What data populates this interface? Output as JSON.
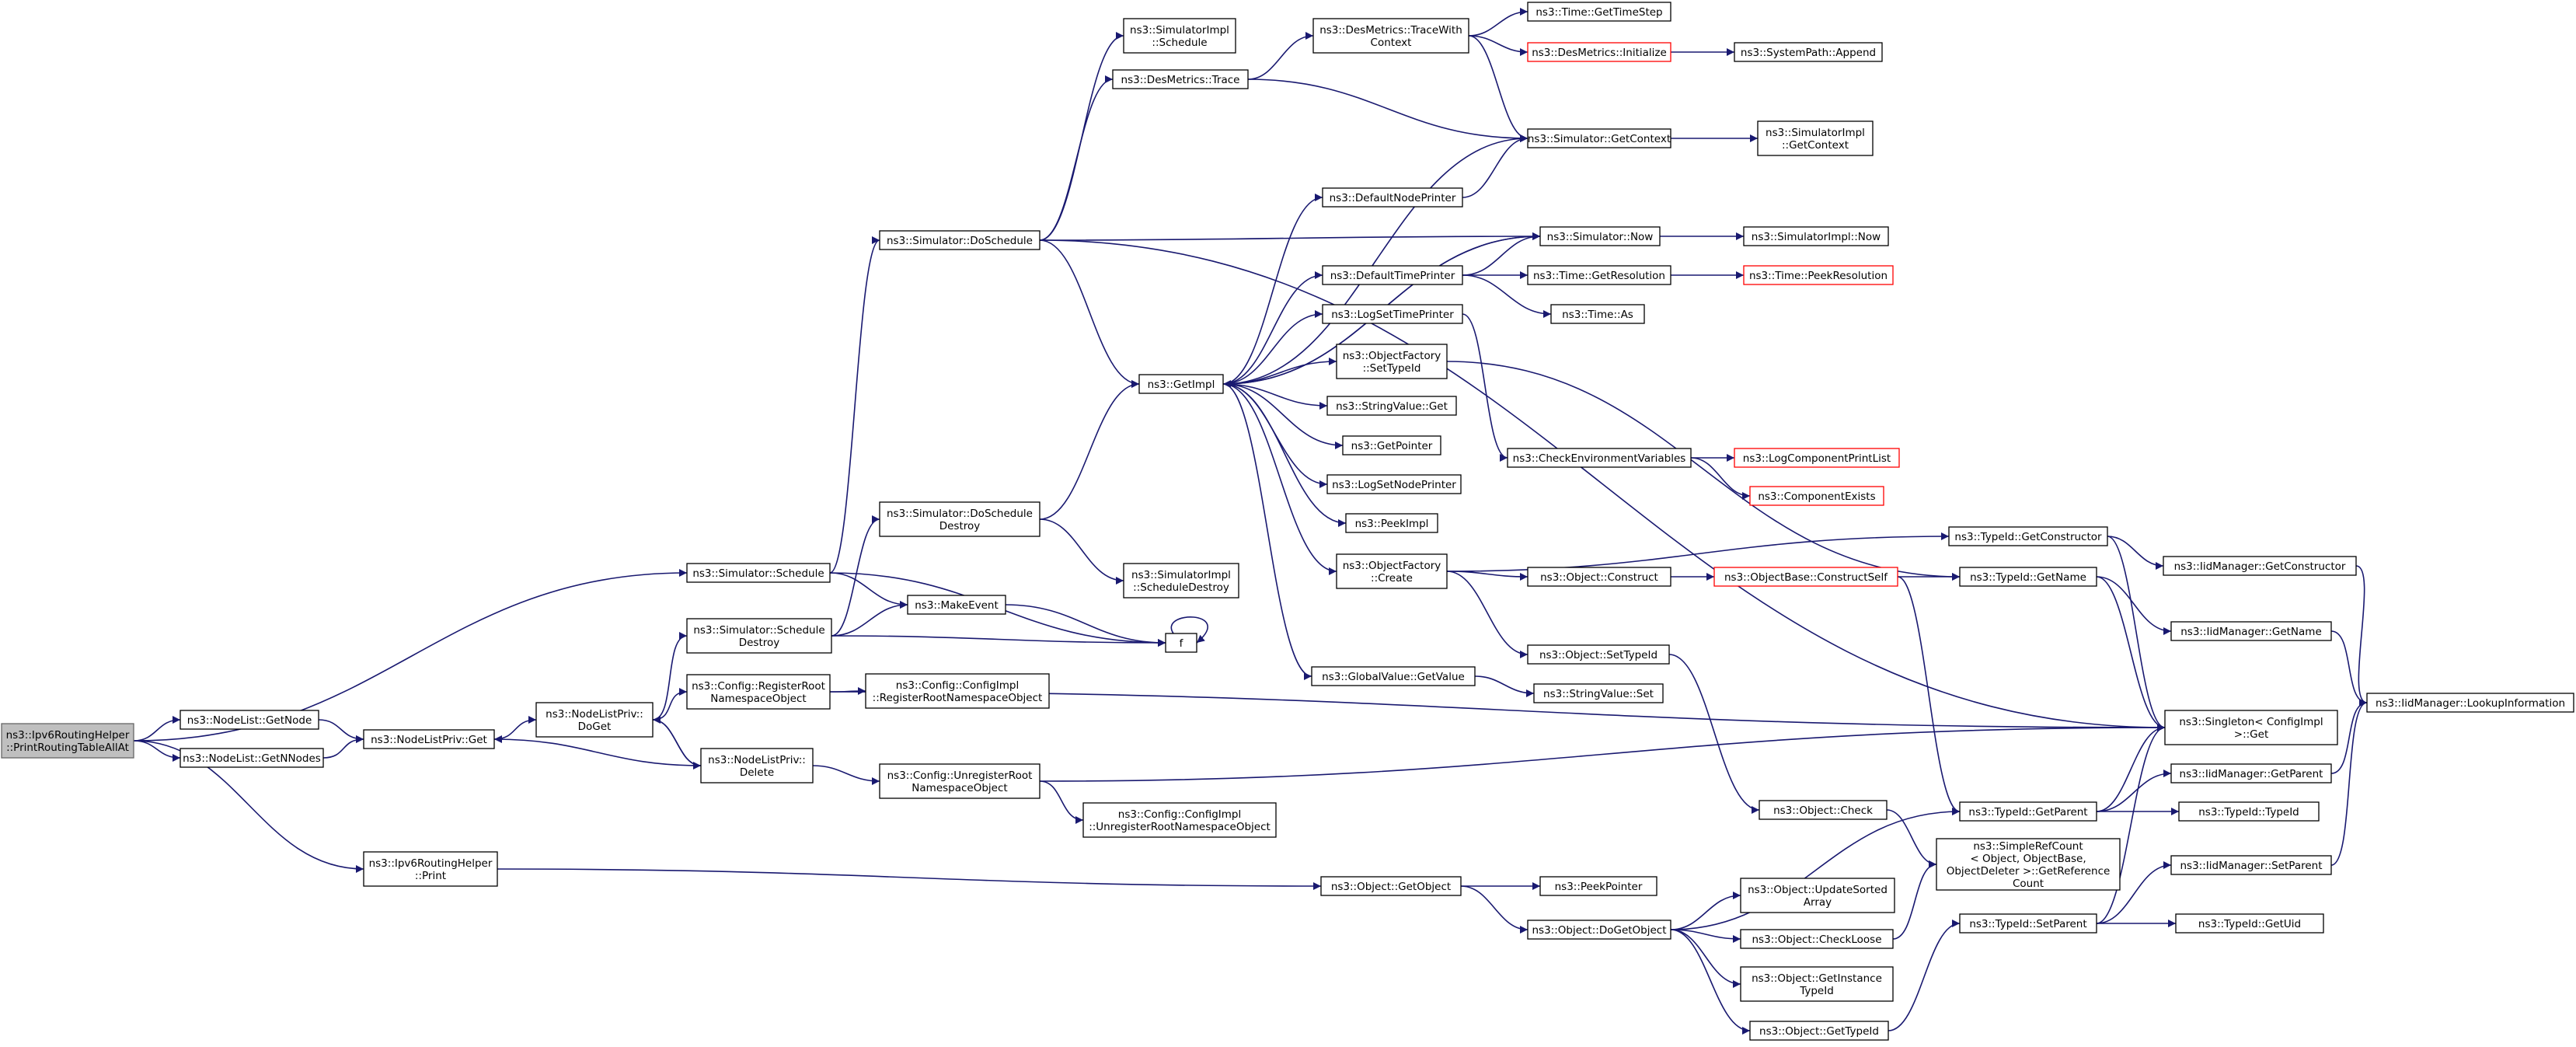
{
  "colors": {
    "edge": "#191970",
    "node_border": "#000000",
    "node_border_external": "#ff0000",
    "root_fill": "#bfbfbf",
    "background": "#ffffff"
  },
  "nodes": [
    {
      "id": "root",
      "lines": [
        "ns3::Ipv6RoutingHelper",
        "::PrintRoutingTableAllAt"
      ],
      "style": "root"
    },
    {
      "id": "nodelist_getnode",
      "lines": [
        "ns3::NodeList::GetNode"
      ]
    },
    {
      "id": "nodelist_getnnodes",
      "lines": [
        "ns3::NodeList::GetNNodes"
      ]
    },
    {
      "id": "nodelistpriv_get",
      "lines": [
        "ns3::NodeListPriv::Get"
      ]
    },
    {
      "id": "nodelistpriv_doget",
      "lines": [
        "ns3::NodeListPriv::",
        "DoGet"
      ]
    },
    {
      "id": "nodelistpriv_delete",
      "lines": [
        "ns3::NodeListPriv::",
        "Delete"
      ]
    },
    {
      "id": "ipv6routinghelper_print",
      "lines": [
        "ns3::Ipv6RoutingHelper",
        "::Print"
      ]
    },
    {
      "id": "simulator_schedule",
      "lines": [
        "ns3::Simulator::Schedule"
      ]
    },
    {
      "id": "simulator_scheduledestroy",
      "lines": [
        "ns3::Simulator::Schedule",
        "Destroy"
      ]
    },
    {
      "id": "config_registerroot",
      "lines": [
        "ns3::Config::RegisterRoot",
        "NamespaceObject"
      ]
    },
    {
      "id": "config_unregisterroot",
      "lines": [
        "ns3::Config::UnregisterRoot",
        "NamespaceObject"
      ]
    },
    {
      "id": "simulator_doschedule",
      "lines": [
        "ns3::Simulator::DoSchedule"
      ]
    },
    {
      "id": "simulator_doscheduledestroy",
      "lines": [
        "ns3::Simulator::DoSchedule",
        "Destroy"
      ]
    },
    {
      "id": "makeevent",
      "lines": [
        "ns3::MakeEvent"
      ]
    },
    {
      "id": "f",
      "lines": [
        "f"
      ]
    },
    {
      "id": "configimpl_register",
      "lines": [
        "ns3::Config::ConfigImpl",
        "::RegisterRootNamespaceObject"
      ]
    },
    {
      "id": "configimpl_unregister",
      "lines": [
        "ns3::Config::ConfigImpl",
        "::UnregisterRootNamespaceObject"
      ]
    },
    {
      "id": "simulatorimpl_schedule",
      "lines": [
        "ns3::SimulatorImpl",
        "::Schedule"
      ]
    },
    {
      "id": "desmetrics_trace",
      "lines": [
        "ns3::DesMetrics::Trace"
      ]
    },
    {
      "id": "simulatorimpl_scheduledestroy",
      "lines": [
        "ns3::SimulatorImpl",
        "::ScheduleDestroy"
      ]
    },
    {
      "id": "getimpl",
      "lines": [
        "ns3::GetImpl"
      ]
    },
    {
      "id": "desmetrics_tracewithcontext",
      "lines": [
        "ns3::DesMetrics::TraceWith",
        "Context"
      ]
    },
    {
      "id": "defaultnodeprinter",
      "lines": [
        "ns3::DefaultNodePrinter"
      ]
    },
    {
      "id": "defaulttimeprinter",
      "lines": [
        "ns3::DefaultTimePrinter"
      ]
    },
    {
      "id": "logsettimeprinter",
      "lines": [
        "ns3::LogSetTimePrinter"
      ]
    },
    {
      "id": "objectfactory_settypeid",
      "lines": [
        "ns3::ObjectFactory",
        "::SetTypeId"
      ]
    },
    {
      "id": "stringvalue_get",
      "lines": [
        "ns3::StringValue::Get"
      ]
    },
    {
      "id": "getpointer",
      "lines": [
        "ns3::GetPointer"
      ]
    },
    {
      "id": "logsetnodeprinter",
      "lines": [
        "ns3::LogSetNodePrinter"
      ]
    },
    {
      "id": "peekimpl",
      "lines": [
        "ns3::PeekImpl"
      ]
    },
    {
      "id": "objectfactory_create",
      "lines": [
        "ns3::ObjectFactory",
        "::Create"
      ]
    },
    {
      "id": "globalvalue_getvalue",
      "lines": [
        "ns3::GlobalValue::GetValue"
      ]
    },
    {
      "id": "object_getobject",
      "lines": [
        "ns3::Object::GetObject"
      ]
    },
    {
      "id": "object_dogetobject",
      "lines": [
        "ns3::Object::DoGetObject"
      ]
    },
    {
      "id": "time_gettimestep",
      "lines": [
        "ns3::Time::GetTimeStep"
      ]
    },
    {
      "id": "desmetrics_initialize",
      "lines": [
        "ns3::DesMetrics::Initialize"
      ],
      "style": "red"
    },
    {
      "id": "simulator_getcontext",
      "lines": [
        "ns3::Simulator::GetContext"
      ]
    },
    {
      "id": "simulator_now",
      "lines": [
        "ns3::Simulator::Now"
      ]
    },
    {
      "id": "time_getresolution",
      "lines": [
        "ns3::Time::GetResolution"
      ]
    },
    {
      "id": "time_as",
      "lines": [
        "ns3::Time::As"
      ]
    },
    {
      "id": "checkenvironmentvariables",
      "lines": [
        "ns3::CheckEnvironmentVariables"
      ]
    },
    {
      "id": "object_construct",
      "lines": [
        "ns3::Object::Construct"
      ]
    },
    {
      "id": "object_settypeid",
      "lines": [
        "ns3::Object::SetTypeId"
      ]
    },
    {
      "id": "stringvalue_set",
      "lines": [
        "ns3::StringValue::Set"
      ]
    },
    {
      "id": "peekpointer",
      "lines": [
        "ns3::PeekPointer"
      ]
    },
    {
      "id": "systempath_append",
      "lines": [
        "ns3::SystemPath::Append"
      ]
    },
    {
      "id": "simulatorimpl_getcontext",
      "lines": [
        "ns3::SimulatorImpl",
        "::GetContext"
      ]
    },
    {
      "id": "simulatorimpl_now",
      "lines": [
        "ns3::SimulatorImpl::Now"
      ]
    },
    {
      "id": "time_peekresolution",
      "lines": [
        "ns3::Time::PeekResolution"
      ],
      "style": "red"
    },
    {
      "id": "logcomponentprintlist",
      "lines": [
        "ns3::LogComponentPrintList"
      ],
      "style": "red"
    },
    {
      "id": "componentexists",
      "lines": [
        "ns3::ComponentExists"
      ],
      "style": "red"
    },
    {
      "id": "objectbase_constructself",
      "lines": [
        "ns3::ObjectBase::ConstructSelf"
      ],
      "style": "red"
    },
    {
      "id": "object_check",
      "lines": [
        "ns3::Object::Check"
      ]
    },
    {
      "id": "object_updatesortedarray",
      "lines": [
        "ns3::Object::UpdateSorted",
        "Array"
      ]
    },
    {
      "id": "object_checkloose",
      "lines": [
        "ns3::Object::CheckLoose"
      ]
    },
    {
      "id": "object_getinstancetypeid",
      "lines": [
        "ns3::Object::GetInstance",
        "TypeId"
      ]
    },
    {
      "id": "object_gettypeid",
      "lines": [
        "ns3::Object::GetTypeId"
      ]
    },
    {
      "id": "typeid_getconstructor",
      "lines": [
        "ns3::TypeId::GetConstructor"
      ]
    },
    {
      "id": "typeid_getname",
      "lines": [
        "ns3::TypeId::GetName"
      ]
    },
    {
      "id": "typeid_getparent",
      "lines": [
        "ns3::TypeId::GetParent"
      ]
    },
    {
      "id": "simplerefcount",
      "lines": [
        "ns3::SimpleRefCount",
        "< Object, ObjectBase,",
        " ObjectDeleter >::GetReference",
        "Count"
      ]
    },
    {
      "id": "typeid_setparent",
      "lines": [
        "ns3::TypeId::SetParent"
      ]
    },
    {
      "id": "iidmanager_getconstructor",
      "lines": [
        "ns3::IidManager::GetConstructor"
      ]
    },
    {
      "id": "iidmanager_getname",
      "lines": [
        "ns3::IidManager::GetName"
      ]
    },
    {
      "id": "singleton_get",
      "lines": [
        "ns3::Singleton< ConfigImpl",
        " >::Get"
      ]
    },
    {
      "id": "iidmanager_getparent",
      "lines": [
        "ns3::IidManager::GetParent"
      ]
    },
    {
      "id": "typeid_typeid",
      "lines": [
        "ns3::TypeId::TypeId"
      ]
    },
    {
      "id": "iidmanager_setparent",
      "lines": [
        "ns3::IidManager::SetParent"
      ]
    },
    {
      "id": "typeid_getuid",
      "lines": [
        "ns3::TypeId::GetUid"
      ]
    },
    {
      "id": "iidmanager_lookupinformation",
      "lines": [
        "ns3::IidManager::LookupInformation"
      ]
    }
  ],
  "edges": [
    [
      "root",
      "nodelist_getnode"
    ],
    [
      "root",
      "nodelist_getnnodes"
    ],
    [
      "root",
      "ipv6routinghelper_print"
    ],
    [
      "root",
      "simulator_schedule"
    ],
    [
      "nodelist_getnode",
      "nodelistpriv_get"
    ],
    [
      "nodelist_getnnodes",
      "nodelistpriv_get"
    ],
    [
      "nodelistpriv_get",
      "nodelistpriv_doget"
    ],
    [
      "nodelistpriv_doget",
      "simulator_scheduledestroy"
    ],
    [
      "nodelistpriv_doget",
      "config_registerroot"
    ],
    [
      "nodelistpriv_doget",
      "nodelistpriv_delete"
    ],
    [
      "nodelistpriv_delete",
      "nodelistpriv_doget"
    ],
    [
      "nodelistpriv_delete",
      "nodelistpriv_get"
    ],
    [
      "nodelistpriv_delete",
      "config_unregisterroot"
    ],
    [
      "simulator_schedule",
      "simulator_doschedule"
    ],
    [
      "simulator_schedule",
      "makeevent"
    ],
    [
      "simulator_schedule",
      "f"
    ],
    [
      "simulator_scheduledestroy",
      "simulator_doscheduledestroy"
    ],
    [
      "simulator_scheduledestroy",
      "makeevent"
    ],
    [
      "simulator_scheduledestroy",
      "f"
    ],
    [
      "makeevent",
      "f"
    ],
    [
      "f",
      "f"
    ],
    [
      "config_registerroot",
      "configimpl_register"
    ],
    [
      "config_registerroot",
      "singleton_get"
    ],
    [
      "config_unregisterroot",
      "configimpl_unregister"
    ],
    [
      "config_unregisterroot",
      "singleton_get"
    ],
    [
      "ipv6routinghelper_print",
      "object_getobject"
    ],
    [
      "simulator_doschedule",
      "simulatorimpl_schedule"
    ],
    [
      "simulator_doschedule",
      "desmetrics_trace"
    ],
    [
      "simulator_doschedule",
      "simulator_now"
    ],
    [
      "simulator_doschedule",
      "getimpl"
    ],
    [
      "simulator_doschedule",
      "singleton_get"
    ],
    [
      "simulator_doscheduledestroy",
      "getimpl"
    ],
    [
      "simulator_doscheduledestroy",
      "simulatorimpl_scheduledestroy"
    ],
    [
      "desmetrics_trace",
      "desmetrics_tracewithcontext"
    ],
    [
      "desmetrics_trace",
      "simulator_getcontext"
    ],
    [
      "desmetrics_tracewithcontext",
      "time_gettimestep"
    ],
    [
      "desmetrics_tracewithcontext",
      "desmetrics_initialize"
    ],
    [
      "desmetrics_tracewithcontext",
      "simulator_getcontext"
    ],
    [
      "desmetrics_initialize",
      "systempath_append"
    ],
    [
      "simulator_getcontext",
      "simulatorimpl_getcontext"
    ],
    [
      "getimpl",
      "simulator_getcontext"
    ],
    [
      "getimpl",
      "defaultnodeprinter"
    ],
    [
      "getimpl",
      "simulator_now"
    ],
    [
      "getimpl",
      "defaulttimeprinter"
    ],
    [
      "getimpl",
      "logsettimeprinter"
    ],
    [
      "getimpl",
      "objectfactory_settypeid"
    ],
    [
      "getimpl",
      "stringvalue_get"
    ],
    [
      "getimpl",
      "getpointer"
    ],
    [
      "getimpl",
      "logsetnodeprinter"
    ],
    [
      "getimpl",
      "peekimpl"
    ],
    [
      "getimpl",
      "objectfactory_create"
    ],
    [
      "getimpl",
      "globalvalue_getvalue"
    ],
    [
      "defaultnodeprinter",
      "simulator_getcontext"
    ],
    [
      "defaulttimeprinter",
      "simulator_now"
    ],
    [
      "defaulttimeprinter",
      "time_getresolution"
    ],
    [
      "defaulttimeprinter",
      "time_as"
    ],
    [
      "simulator_now",
      "getimpl"
    ],
    [
      "simulator_now",
      "simulatorimpl_now"
    ],
    [
      "time_getresolution",
      "time_peekresolution"
    ],
    [
      "logsettimeprinter",
      "checkenvironmentvariables"
    ],
    [
      "checkenvironmentvariables",
      "logcomponentprintlist"
    ],
    [
      "checkenvironmentvariables",
      "componentexists"
    ],
    [
      "objectfactory_settypeid",
      "typeid_getname"
    ],
    [
      "objectfactory_create",
      "typeid_getconstructor"
    ],
    [
      "objectfactory_create",
      "object_construct"
    ],
    [
      "objectfactory_create",
      "object_settypeid"
    ],
    [
      "object_construct",
      "objectbase_constructself"
    ],
    [
      "objectbase_constructself",
      "typeid_getname"
    ],
    [
      "objectbase_constructself",
      "typeid_getparent"
    ],
    [
      "object_settypeid",
      "object_check"
    ],
    [
      "object_check",
      "simplerefcount"
    ],
    [
      "globalvalue_getvalue",
      "stringvalue_set"
    ],
    [
      "object_getobject",
      "peekpointer"
    ],
    [
      "object_getobject",
      "object_dogetobject"
    ],
    [
      "object_dogetobject",
      "typeid_getparent"
    ],
    [
      "object_dogetobject",
      "object_updatesortedarray"
    ],
    [
      "object_dogetobject",
      "object_checkloose"
    ],
    [
      "object_dogetobject",
      "object_getinstancetypeid"
    ],
    [
      "object_dogetobject",
      "object_gettypeid"
    ],
    [
      "object_checkloose",
      "simplerefcount"
    ],
    [
      "object_gettypeid",
      "typeid_setparent"
    ],
    [
      "typeid_getconstructor",
      "iidmanager_getconstructor"
    ],
    [
      "typeid_getconstructor",
      "singleton_get"
    ],
    [
      "typeid_getname",
      "iidmanager_getname"
    ],
    [
      "typeid_getname",
      "singleton_get"
    ],
    [
      "typeid_getparent",
      "singleton_get"
    ],
    [
      "typeid_getparent",
      "iidmanager_getparent"
    ],
    [
      "typeid_getparent",
      "typeid_typeid"
    ],
    [
      "typeid_setparent",
      "singleton_get"
    ],
    [
      "typeid_setparent",
      "iidmanager_setparent"
    ],
    [
      "typeid_setparent",
      "typeid_getuid"
    ],
    [
      "iidmanager_getconstructor",
      "iidmanager_lookupinformation"
    ],
    [
      "iidmanager_getname",
      "iidmanager_lookupinformation"
    ],
    [
      "iidmanager_getparent",
      "iidmanager_lookupinformation"
    ],
    [
      "iidmanager_setparent",
      "iidmanager_lookupinformation"
    ]
  ]
}
